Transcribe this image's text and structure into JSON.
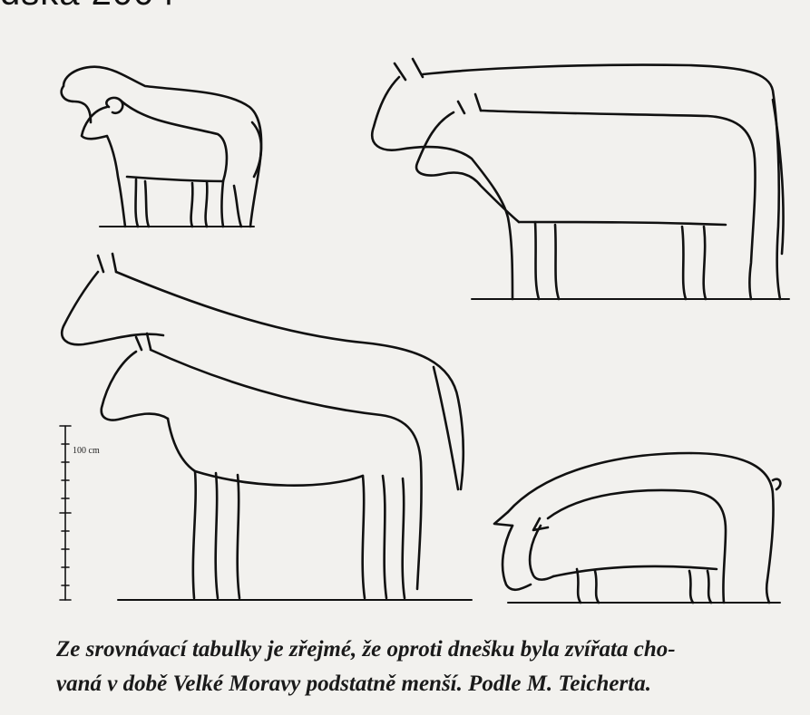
{
  "header": {
    "crop_text": "dska 2004"
  },
  "figure": {
    "scale_label": "100 cm",
    "caption_line1": "Ze srovnávací tabulky je zřejmé, že oproti dnešku byla zvířata cho-",
    "caption_line2": "vaná v době Velké Moravy podstatně menší. Podle M. Teicherta."
  },
  "colors": {
    "ink": "#111111",
    "paper": "#f2f1ee"
  },
  "icons": [
    "sheep-drawing",
    "cow-drawing",
    "horse-drawing",
    "pig-drawing",
    "scale-ruler"
  ]
}
